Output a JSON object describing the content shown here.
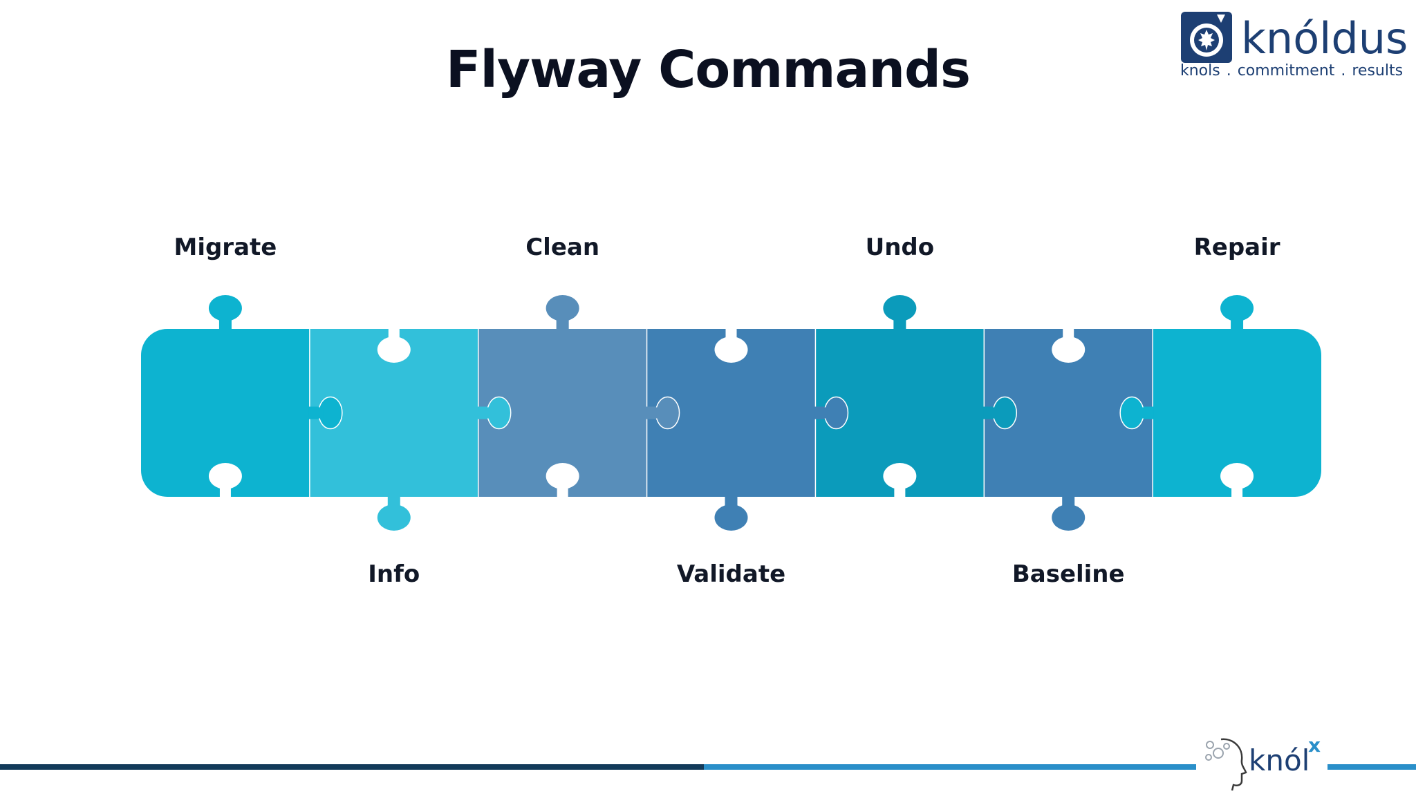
{
  "slide": {
    "title": "Flyway Commands"
  },
  "brand": {
    "name": "knóldus",
    "tagline": "knols . commitment . results",
    "icon": "maple-leaf-camera-icon",
    "color": "#1d3f73"
  },
  "footer": {
    "logo_text": "knól",
    "logo_superscript": "x",
    "bar_colors": [
      "#123a5a",
      "#2a8fc9"
    ]
  },
  "diagram": {
    "type": "puzzle-strip",
    "pieces": [
      {
        "label": "Migrate",
        "label_side": "top",
        "color": "#0db3d0"
      },
      {
        "label": "Info",
        "label_side": "bottom",
        "color": "#32c0da"
      },
      {
        "label": "Clean",
        "label_side": "top",
        "color": "#588eba"
      },
      {
        "label": "Validate",
        "label_side": "bottom",
        "color": "#3f80b4"
      },
      {
        "label": "Undo",
        "label_side": "top",
        "color": "#0b9bbb"
      },
      {
        "label": "Baseline",
        "label_side": "bottom",
        "color": "#3f80b4"
      },
      {
        "label": "Repair",
        "label_side": "top",
        "color": "#0db3d0"
      }
    ]
  }
}
